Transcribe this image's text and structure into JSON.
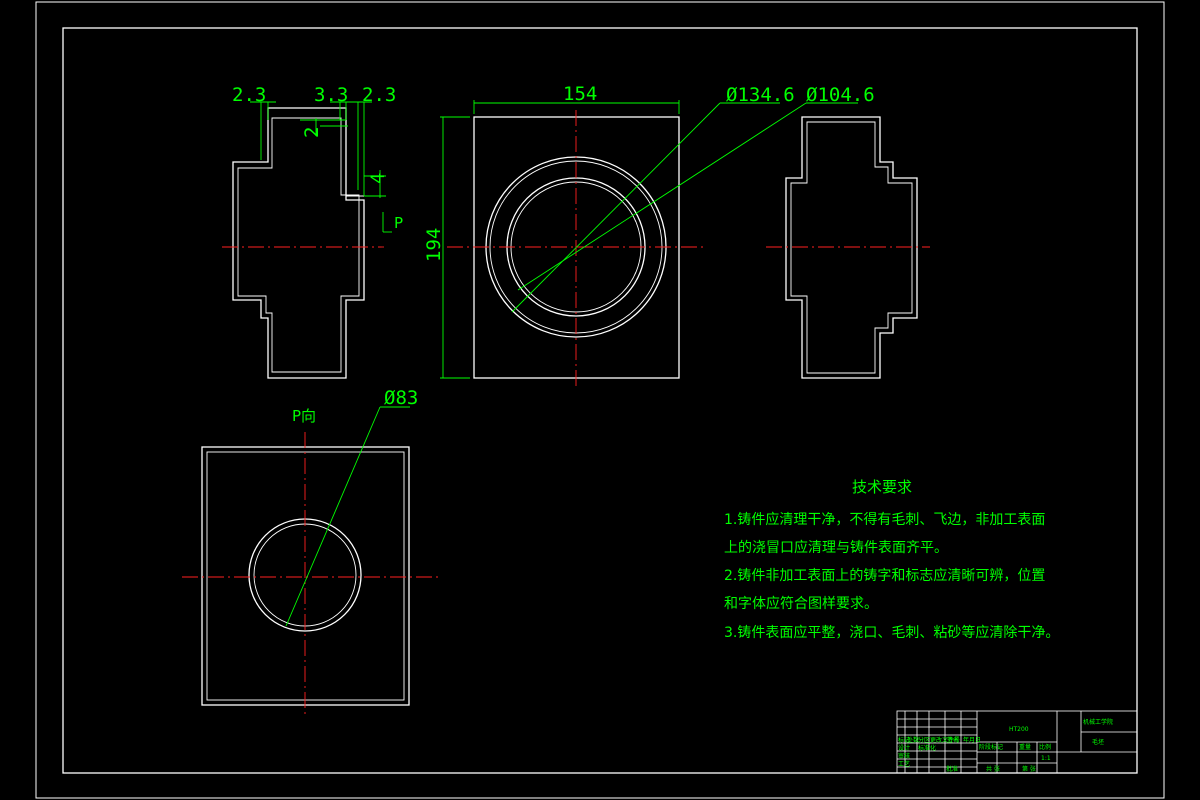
{
  "dimensions": {
    "d1": "2.3",
    "d2": "3.3",
    "d3": "2.3",
    "d4": "2",
    "d5": "4",
    "width": "154",
    "height": "194",
    "dia_outer": "Ø134.6",
    "dia_inner": "Ø104.6",
    "dia_p": "Ø83"
  },
  "labels": {
    "arrow_p": "P",
    "view_p": "P向"
  },
  "technical_requirements": {
    "title": "技术要求",
    "lines": [
      "1.铸件应清理干净，不得有毛刺、飞边，非加工表面",
      "上的浇冒口应清理与铸件表面齐平。",
      "2.铸件非加工表面上的铸字和标志应清晰可辨，位置",
      "和字体应符合图样要求。",
      "3.铸件表面应平整，浇口、毛刺、粘砂等应清除干净。"
    ]
  },
  "title_block": {
    "material": "HT200",
    "school": "机械工学院",
    "part_name": "毛坯",
    "scale": "1:1",
    "cells": [
      "标记",
      "处数",
      "分区",
      "更改文件号",
      "签名",
      "年月日",
      "设计",
      "标准化",
      "审核",
      "工艺",
      "批准",
      "阶段标记",
      "重量",
      "比例",
      "共 张",
      "第 张"
    ]
  }
}
